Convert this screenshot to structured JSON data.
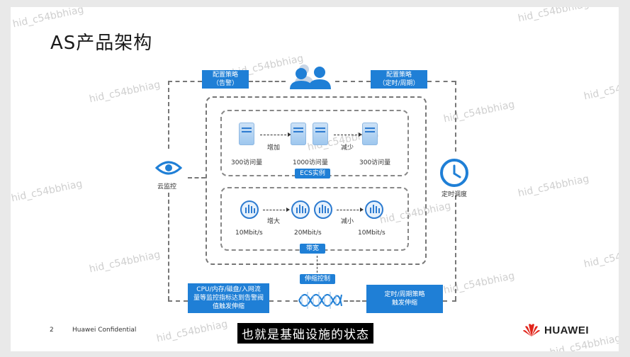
{
  "title": "AS产品架构",
  "watermark": "hid_c54bbhiag",
  "policy_alarm": {
    "line1": "配置策略",
    "line2": "（告警）"
  },
  "policy_timed": {
    "line1": "配置策略",
    "line2": "（定时/周期）"
  },
  "cloud_monitor_label": "云监控",
  "timed_schedule_label": "定时调度",
  "ecs": {
    "label": "ECS实例",
    "left_count": "300访问量",
    "mid_count": "1000访问量",
    "right_count": "300访问量",
    "increase": "增加",
    "decrease": "减少"
  },
  "bandwidth": {
    "label": "带宽",
    "left_value": "10Mbit/s",
    "mid_value": "20Mbit/s",
    "right_value": "10Mbit/s",
    "increase": "增大",
    "decrease": "减小"
  },
  "scaling_control": "伸缩控制",
  "alarm_box": {
    "line1": "CPU/内存/磁盘/入网流",
    "line2": "量等监控指标达到告警阀",
    "line3": "值触发伸缩"
  },
  "timed_box": {
    "line1": "定时/周期策略",
    "line2": "触发伸缩"
  },
  "subtitle": "也就是基础设施的状态",
  "footer": {
    "page_number": "2",
    "confidential": "Huawei Confidential"
  },
  "logo_text": "HUAWEI",
  "colors": {
    "accent": "#1f7fd6",
    "brand_red": "#e1251b"
  }
}
